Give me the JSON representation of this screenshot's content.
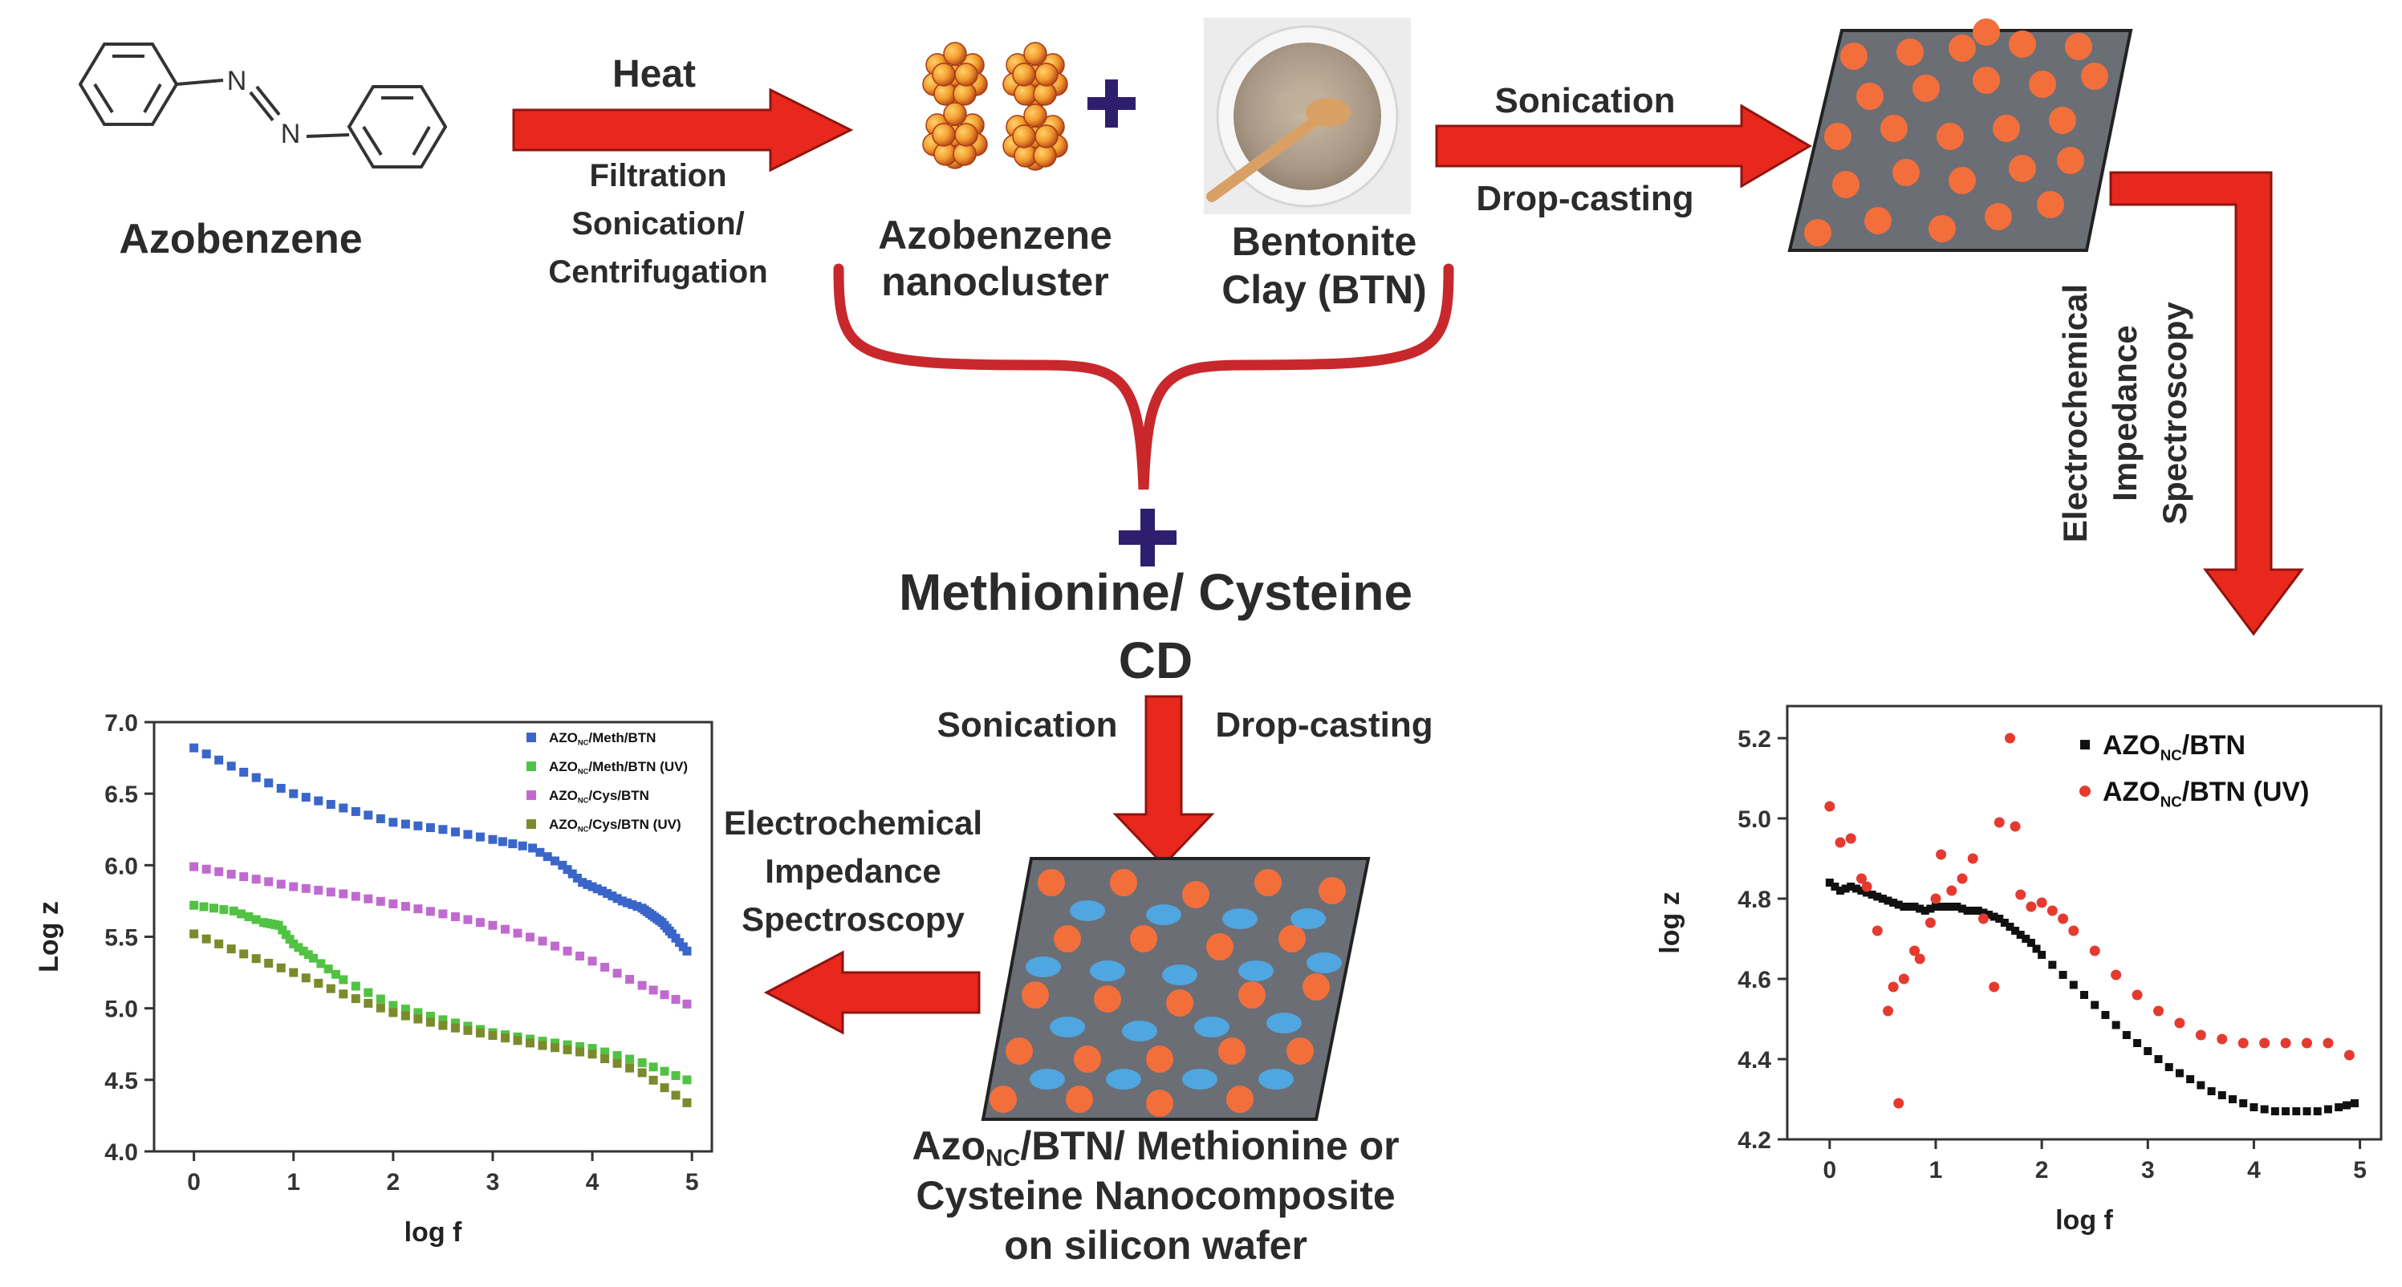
{
  "labels": {
    "azobenzene": "Azobenzene",
    "heat": "Heat",
    "filtration": "Filtration",
    "sonication_slash": "Sonication/",
    "centrifugation": "Centrifugation",
    "nanocluster_1": "Azobenzene",
    "nanocluster_2": "nanocluster",
    "bentonite_1": "Bentonite",
    "bentonite_2": "Clay (BTN)",
    "sonication_top": "Sonication",
    "dropcasting_top": "Drop-casting",
    "eis_right_1": "Electrochemical",
    "eis_right_2": "Impedance",
    "eis_right_3": "Spectroscopy",
    "methionine": "Methionine/ Cysteine",
    "cd": "CD",
    "sonication_mid": "Sonication",
    "dropcasting_mid": "Drop-casting",
    "eis_left_1": "Electrochemical",
    "eis_left_2": "Impedance",
    "eis_left_3": "Spectroscopy",
    "composite_1_a": "Azo",
    "composite_1_sub": "NC",
    "composite_1_b": "/BTN/ Methionine or",
    "composite_2": "Cysteine Nanocomposite",
    "composite_3": "on silicon wafer",
    "plus": "+"
  },
  "colors": {
    "arrow_red": "#e8281c",
    "arrow_edge": "#8f1410",
    "brace": "#c8282c",
    "plus": "#2e1e6e",
    "wafer": "#6b6e74",
    "dot_orange": "#f26f3c",
    "dot_blue": "#4fa6e0"
  },
  "chart_data": [
    {
      "type": "scatter",
      "xlabel": "log f",
      "ylabel": "Log z",
      "xlim": [
        -0.4,
        5.2
      ],
      "ylim": [
        4.0,
        7.0
      ],
      "xticks": [
        "0",
        "1",
        "2",
        "3",
        "4",
        "5"
      ],
      "yticks": [
        "4.0",
        "4.5",
        "5.0",
        "5.5",
        "6.0",
        "6.5",
        "7.0"
      ],
      "legend_position": "top-right",
      "series": [
        {
          "name_main": "AZO",
          "name_sub": "NC",
          "name_rest": "/Meth/BTN",
          "color": "#3a66c9",
          "x": [
            0,
            0.5,
            1,
            1.5,
            2,
            2.5,
            3,
            3.4,
            3.7,
            3.9,
            4.1,
            4.3,
            4.5,
            4.6,
            4.7,
            4.8,
            4.95
          ],
          "y": [
            6.82,
            6.65,
            6.5,
            6.4,
            6.3,
            6.25,
            6.18,
            6.12,
            6.0,
            5.88,
            5.82,
            5.75,
            5.7,
            5.65,
            5.6,
            5.52,
            5.4
          ]
        },
        {
          "name_main": "AZO",
          "name_sub": "NC",
          "name_rest": "/Meth/BTN (UV)",
          "color": "#52c244",
          "x": [
            0,
            0.4,
            0.7,
            0.85,
            1.0,
            1.2,
            1.5,
            2,
            2.5,
            3,
            3.5,
            4,
            4.5,
            4.95
          ],
          "y": [
            5.72,
            5.68,
            5.6,
            5.58,
            5.45,
            5.35,
            5.2,
            5.02,
            4.92,
            4.83,
            4.77,
            4.72,
            4.62,
            4.5
          ]
        },
        {
          "name_main": "AZO",
          "name_sub": "NC",
          "name_rest": "/Cys/BTN",
          "color": "#c06ad0",
          "x": [
            0,
            0.5,
            1,
            1.5,
            2,
            2.5,
            3,
            3.5,
            4,
            4.5,
            4.95
          ],
          "y": [
            5.99,
            5.92,
            5.85,
            5.8,
            5.73,
            5.66,
            5.58,
            5.47,
            5.33,
            5.16,
            5.03
          ]
        },
        {
          "name_main": "AZO",
          "name_sub": "NC",
          "name_rest": "/Cys/BTN (UV)",
          "color": "#7c8a2c",
          "x": [
            0,
            0.5,
            1,
            1.5,
            2,
            2.5,
            3,
            3.5,
            4,
            4.5,
            4.95
          ],
          "y": [
            5.52,
            5.38,
            5.25,
            5.1,
            4.97,
            4.88,
            4.81,
            4.74,
            4.68,
            4.55,
            4.34
          ]
        }
      ]
    },
    {
      "type": "scatter",
      "xlabel": "log f",
      "ylabel": "log z",
      "xlim": [
        -0.4,
        5.2
      ],
      "ylim": [
        4.2,
        5.28
      ],
      "xticks": [
        "0",
        "1",
        "2",
        "3",
        "4",
        "5"
      ],
      "yticks": [
        "4.2",
        "4.4",
        "4.6",
        "4.8",
        "5.0",
        "5.2"
      ],
      "legend_position": "top-right",
      "series": [
        {
          "name_main": "AZO",
          "name_sub": "NC",
          "name_rest": "/BTN",
          "color": "#111111",
          "x": [
            0,
            0.1,
            0.2,
            0.3,
            0.4,
            0.5,
            0.6,
            0.7,
            0.8,
            0.9,
            1.0,
            1.1,
            1.2,
            1.3,
            1.4,
            1.5,
            1.6,
            1.7,
            1.8,
            1.9,
            2.0,
            2.2,
            2.4,
            2.6,
            2.8,
            3.0,
            3.2,
            3.4,
            3.6,
            3.8,
            4.0,
            4.2,
            4.4,
            4.6,
            4.8,
            4.95
          ],
          "y": [
            4.84,
            4.82,
            4.83,
            4.82,
            4.81,
            4.8,
            4.79,
            4.78,
            4.78,
            4.77,
            4.78,
            4.78,
            4.78,
            4.77,
            4.77,
            4.76,
            4.75,
            4.73,
            4.71,
            4.69,
            4.66,
            4.61,
            4.56,
            4.51,
            4.46,
            4.42,
            4.38,
            4.35,
            4.32,
            4.3,
            4.28,
            4.27,
            4.27,
            4.27,
            4.28,
            4.29
          ]
        },
        {
          "name_main": "AZO",
          "name_sub": "NC",
          "name_rest": "/BTN (UV)",
          "color": "#e53a30",
          "x": [
            0,
            0.1,
            0.2,
            0.3,
            0.35,
            0.45,
            0.55,
            0.6,
            0.65,
            0.7,
            0.8,
            0.85,
            0.95,
            1.0,
            1.05,
            1.15,
            1.25,
            1.35,
            1.45,
            1.55,
            1.6,
            1.7,
            1.75,
            1.8,
            1.9,
            2.0,
            2.1,
            2.2,
            2.3,
            2.5,
            2.7,
            2.9,
            3.1,
            3.3,
            3.5,
            3.7,
            3.9,
            4.1,
            4.3,
            4.5,
            4.7,
            4.9
          ],
          "y": [
            5.03,
            4.94,
            4.95,
            4.85,
            4.83,
            4.72,
            4.52,
            4.58,
            4.29,
            4.6,
            4.67,
            4.65,
            4.74,
            4.8,
            4.91,
            4.82,
            4.85,
            4.9,
            4.75,
            4.58,
            4.99,
            5.2,
            4.98,
            4.81,
            4.78,
            4.79,
            4.77,
            4.75,
            4.72,
            4.67,
            4.61,
            4.56,
            4.52,
            4.49,
            4.46,
            4.45,
            4.44,
            4.44,
            4.44,
            4.44,
            4.44,
            4.41
          ]
        }
      ]
    }
  ]
}
